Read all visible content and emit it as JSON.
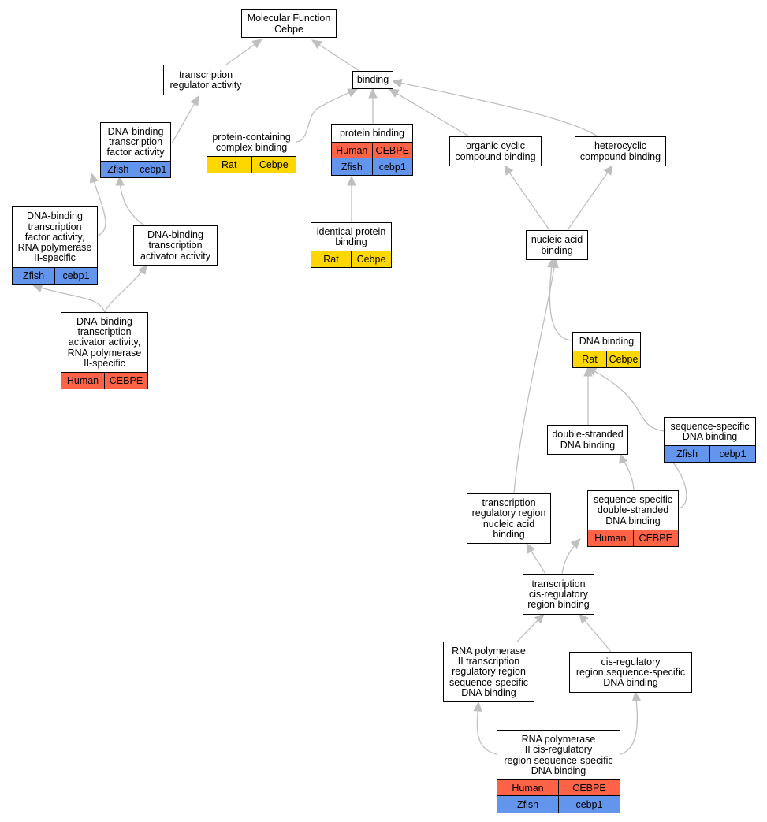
{
  "colors": {
    "edge": "#bfbfbf",
    "human": "#ff6347",
    "zfish": "#6495ed",
    "rat": "#ffd700"
  },
  "nodes": {
    "molecular_function": {
      "label": "Molecular Function\nCebpe",
      "annotations": []
    },
    "transcription_regulator_activity": {
      "label": "transcription\nregulator activity",
      "annotations": []
    },
    "binding": {
      "label": "binding",
      "annotations": []
    },
    "dna_binding_tf_activity": {
      "label": "DNA-binding\ntranscription\nfactor activity",
      "annotations": [
        [
          {
            "text": "Zfish",
            "color": "zfish"
          },
          {
            "text": "cebp1",
            "color": "zfish"
          }
        ]
      ]
    },
    "protein_containing_complex_binding": {
      "label": "protein-containing\ncomplex binding",
      "annotations": [
        [
          {
            "text": "Rat",
            "color": "rat"
          },
          {
            "text": "Cebpe",
            "color": "rat"
          }
        ]
      ]
    },
    "protein_binding": {
      "label": "protein binding",
      "annotations": [
        [
          {
            "text": "Human",
            "color": "human"
          },
          {
            "text": "CEBPE",
            "color": "human"
          }
        ],
        [
          {
            "text": "Zfish",
            "color": "zfish"
          },
          {
            "text": "cebp1",
            "color": "zfish"
          }
        ]
      ]
    },
    "organic_cyclic_compound_binding": {
      "label": "organic cyclic\ncompound binding",
      "annotations": []
    },
    "heterocyclic_compound_binding": {
      "label": "heterocyclic\ncompound binding",
      "annotations": []
    },
    "dna_binding_tf_activity_rnap2": {
      "label": "DNA-binding\ntranscription\nfactor activity,\nRNA polymerase\nII-specific",
      "annotations": [
        [
          {
            "text": "Zfish",
            "color": "zfish"
          },
          {
            "text": "cebp1",
            "color": "zfish"
          }
        ]
      ]
    },
    "dna_binding_tf_activator_activity": {
      "label": "DNA-binding\ntranscription\nactivator activity",
      "annotations": []
    },
    "identical_protein_binding": {
      "label": "identical protein\nbinding",
      "annotations": [
        [
          {
            "text": "Rat",
            "color": "rat"
          },
          {
            "text": "Cebpe",
            "color": "rat"
          }
        ]
      ]
    },
    "nucleic_acid_binding": {
      "label": "nucleic acid\nbinding",
      "annotations": []
    },
    "dna_binding_tf_activator_activity_rnap2": {
      "label": "DNA-binding\ntranscription\nactivator activity,\nRNA polymerase\nII-specific",
      "annotations": [
        [
          {
            "text": "Human",
            "color": "human"
          },
          {
            "text": "CEBPE",
            "color": "human"
          }
        ]
      ]
    },
    "dna_binding": {
      "label": "DNA binding",
      "annotations": [
        [
          {
            "text": "Rat",
            "color": "rat"
          },
          {
            "text": "Cebpe",
            "color": "rat"
          }
        ]
      ]
    },
    "double_stranded_dna_binding": {
      "label": "double-stranded\nDNA binding",
      "annotations": []
    },
    "sequence_specific_dna_binding": {
      "label": "sequence-specific\nDNA binding",
      "annotations": [
        [
          {
            "text": "Zfish",
            "color": "zfish"
          },
          {
            "text": "cebp1",
            "color": "zfish"
          }
        ]
      ]
    },
    "tr_regulatory_region_nucleic_acid_binding": {
      "label": "transcription\nregulatory region\nnucleic acid\nbinding",
      "annotations": []
    },
    "sequence_specific_ds_dna_binding": {
      "label": "sequence-specific\ndouble-stranded\nDNA binding",
      "annotations": [
        [
          {
            "text": "Human",
            "color": "human"
          },
          {
            "text": "CEBPE",
            "color": "human"
          }
        ]
      ]
    },
    "tr_cis_regulatory_region_binding": {
      "label": "transcription\ncis-regulatory\nregion binding",
      "annotations": []
    },
    "rnap2_tr_regulatory_region_ss_dna_binding": {
      "label": "RNA polymerase\nII transcription\nregulatory region\nsequence-specific\nDNA binding",
      "annotations": []
    },
    "cis_regulatory_region_ss_dna_binding": {
      "label": "cis-regulatory\nregion sequence-specific\nDNA binding",
      "annotations": []
    },
    "rnap2_cis_regulatory_region_ss_dna_binding": {
      "label": "RNA polymerase\nII cis-regulatory\nregion sequence-specific\nDNA binding",
      "annotations": [
        [
          {
            "text": "Human",
            "color": "human"
          },
          {
            "text": "CEBPE",
            "color": "human"
          }
        ],
        [
          {
            "text": "Zfish",
            "color": "zfish"
          },
          {
            "text": "cebp1",
            "color": "zfish"
          }
        ]
      ]
    }
  },
  "edges": [
    [
      "transcription_regulator_activity",
      "molecular_function"
    ],
    [
      "binding",
      "molecular_function"
    ],
    [
      "dna_binding_tf_activity",
      "transcription_regulator_activity"
    ],
    [
      "protein_containing_complex_binding",
      "binding"
    ],
    [
      "protein_binding",
      "binding"
    ],
    [
      "organic_cyclic_compound_binding",
      "binding"
    ],
    [
      "heterocyclic_compound_binding",
      "binding"
    ],
    [
      "dna_binding_tf_activity_rnap2",
      "dna_binding_tf_activity"
    ],
    [
      "dna_binding_tf_activator_activity",
      "dna_binding_tf_activity"
    ],
    [
      "identical_protein_binding",
      "protein_binding"
    ],
    [
      "nucleic_acid_binding",
      "organic_cyclic_compound_binding"
    ],
    [
      "nucleic_acid_binding",
      "heterocyclic_compound_binding"
    ],
    [
      "dna_binding_tf_activator_activity_rnap2",
      "dna_binding_tf_activity_rnap2"
    ],
    [
      "dna_binding_tf_activator_activity_rnap2",
      "dna_binding_tf_activator_activity"
    ],
    [
      "dna_binding",
      "nucleic_acid_binding"
    ],
    [
      "tr_regulatory_region_nucleic_acid_binding",
      "nucleic_acid_binding"
    ],
    [
      "double_stranded_dna_binding",
      "dna_binding"
    ],
    [
      "sequence_specific_dna_binding",
      "dna_binding"
    ],
    [
      "sequence_specific_ds_dna_binding",
      "double_stranded_dna_binding"
    ],
    [
      "sequence_specific_ds_dna_binding",
      "sequence_specific_dna_binding"
    ],
    [
      "tr_cis_regulatory_region_binding",
      "tr_regulatory_region_nucleic_acid_binding"
    ],
    [
      "tr_cis_regulatory_region_binding",
      "sequence_specific_ds_dna_binding"
    ],
    [
      "rnap2_tr_regulatory_region_ss_dna_binding",
      "tr_cis_regulatory_region_binding"
    ],
    [
      "cis_regulatory_region_ss_dna_binding",
      "tr_cis_regulatory_region_binding"
    ],
    [
      "rnap2_cis_regulatory_region_ss_dna_binding",
      "rnap2_tr_regulatory_region_ss_dna_binding"
    ],
    [
      "rnap2_cis_regulatory_region_ss_dna_binding",
      "cis_regulatory_region_ss_dna_binding"
    ]
  ]
}
